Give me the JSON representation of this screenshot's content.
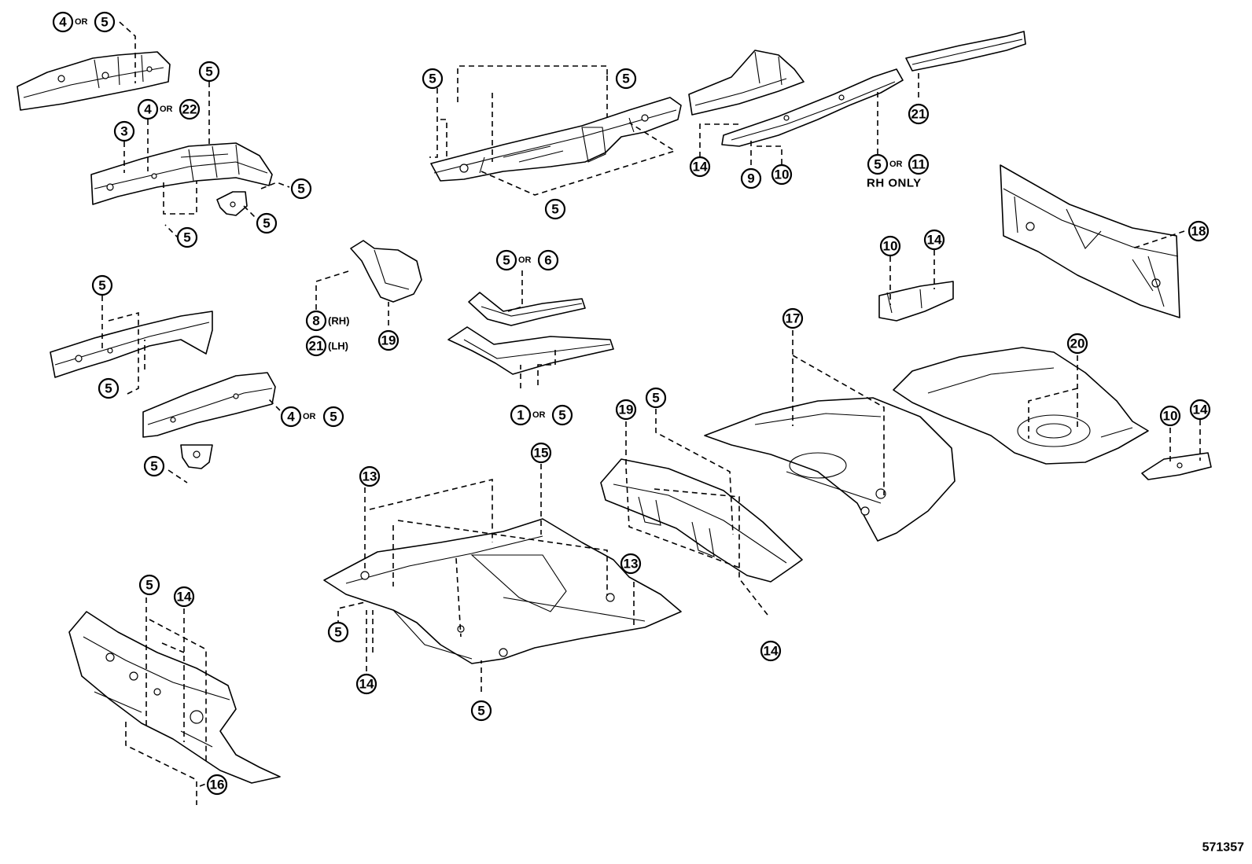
{
  "diagram": {
    "figure_number": "571357",
    "separator_or": "OR",
    "note_rh_only": "RH ONLY",
    "suffix_rh": "(RH)",
    "suffix_lh": "(LH)"
  },
  "callouts": {
    "c1": "4",
    "c2": "5",
    "c3": "5",
    "c4": "4",
    "c5": "22",
    "c6": "3",
    "c7": "5",
    "c8": "5",
    "c9": "5",
    "c10": "5",
    "c11": "5",
    "c12": "5",
    "c13": "14",
    "c14": "9",
    "c15": "10",
    "c16": "5",
    "c17": "11",
    "c18": "21",
    "c19": "18",
    "c20": "10",
    "c21": "14",
    "c22": "5",
    "c23": "5",
    "c24": "4",
    "c25": "5",
    "c26": "5",
    "c27": "8",
    "c28": "21",
    "c29": "19",
    "c30": "5",
    "c31": "6",
    "c32": "1",
    "c33": "5",
    "c34": "17",
    "c35": "20",
    "c36": "10",
    "c37": "14",
    "c38": "19",
    "c39": "5",
    "c40": "14",
    "c41": "13",
    "c42": "15",
    "c43": "13",
    "c44": "5",
    "c45": "14",
    "c46": "5",
    "c47": "5",
    "c48": "14",
    "c49": "16"
  }
}
